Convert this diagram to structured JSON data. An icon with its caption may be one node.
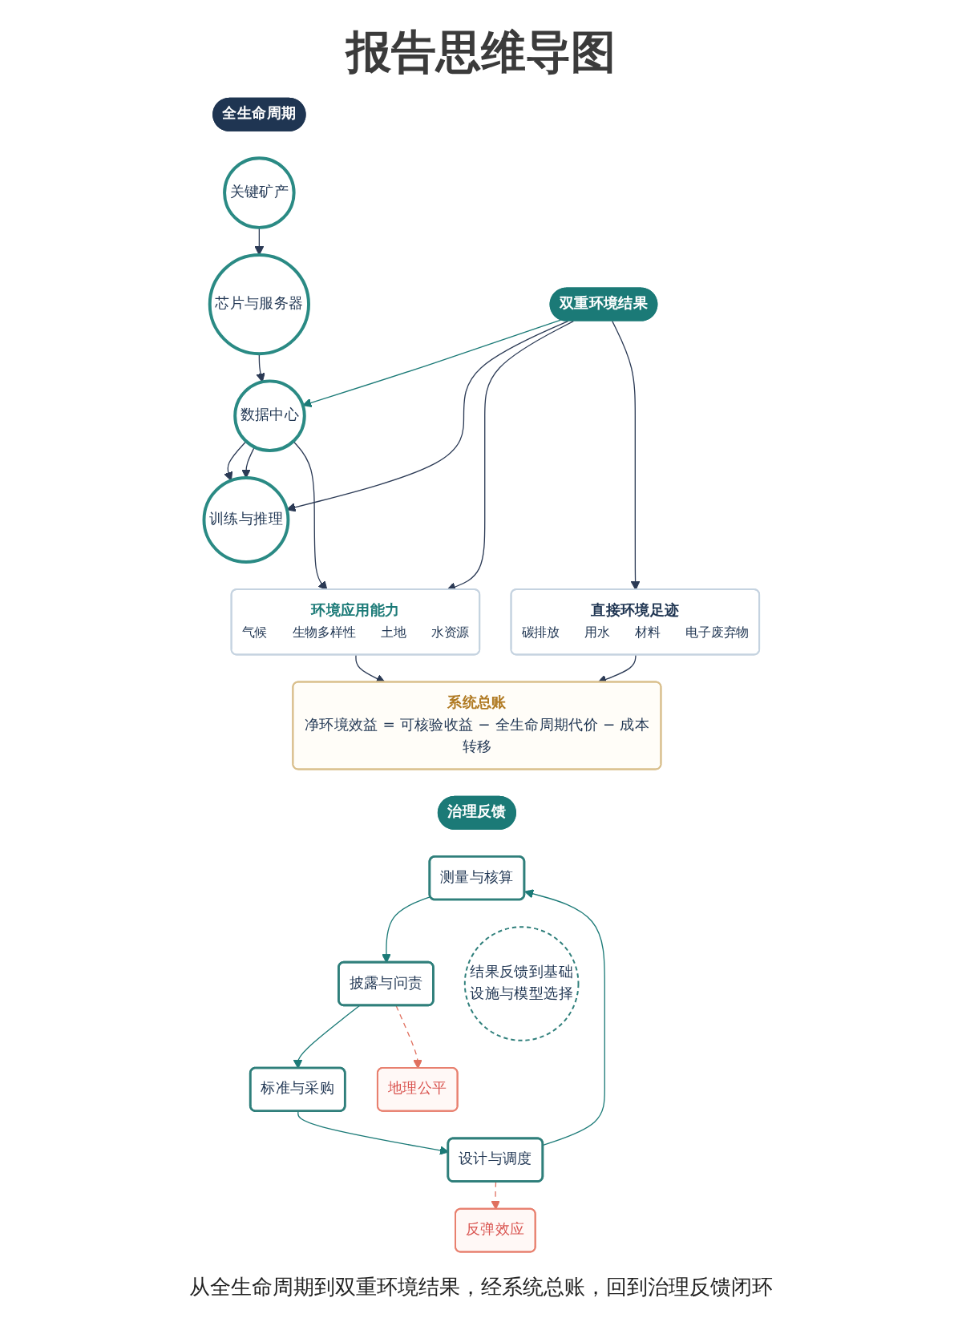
{
  "diagram": {
    "title": "报告思维导图",
    "caption": "从全生命周期到双重环境结果，经系统总账，回到治理反馈闭环",
    "nodes": [
      {
        "text": [
          "全生命周期"
        ]
      },
      {
        "text": [
          "关键矿产"
        ]
      },
      {
        "text": [
          "芯片与服务器"
        ]
      },
      {
        "text": [
          "数据中心"
        ]
      },
      {
        "text": [
          "训练与推理"
        ]
      },
      {
        "text": [
          "双重环境结果"
        ]
      },
      {
        "text": [
          "直接环境足迹",
          "碳排放",
          "用水",
          "材料",
          "电子废弃物"
        ]
      },
      {
        "text": [
          "环境应用能力",
          "气候",
          "生物多样性",
          "土地",
          "水资源"
        ]
      },
      {
        "text": [
          "系统总账",
          "净环境效益 = 可核验收益 − 全生命周期代价 − 成本转移"
        ]
      },
      {
        "text": [
          "治理反馈"
        ]
      },
      {
        "text": [
          "反弹效应"
        ]
      },
      {
        "text": [
          "地理公平"
        ]
      },
      {
        "text": [
          "测量与核算"
        ]
      },
      {
        "text": [
          "设计与调度"
        ]
      },
      {
        "text": [
          "结果反馈到基础设施与模型选择"
        ]
      },
      {
        "text": [
          "披露与问责"
        ]
      },
      {
        "text": [
          "标准与采购"
        ]
      }
    ],
    "edges": [
      {
        "from": 1,
        "to": 2,
        "arrow": "to"
      },
      {
        "from": 2,
        "to": 3,
        "arrow": "to"
      },
      {
        "from": 3,
        "to": 4,
        "arrow": "to"
      },
      {
        "from": 5,
        "to": 3,
        "arrow": "to",
        "color": "#1b7a77"
      },
      {
        "from": 3,
        "to": 4,
        "arrow": "to"
      },
      {
        "from": 3,
        "to": 7,
        "arrow": "to"
      },
      {
        "from": 5,
        "to": 4,
        "arrow": "to"
      },
      {
        "from": 5,
        "to": 7,
        "arrow": "to"
      },
      {
        "from": 5,
        "to": 6,
        "arrow": "to"
      },
      {
        "from": 6,
        "to": 8,
        "arrow": "to"
      },
      {
        "from": 7,
        "to": 8,
        "arrow": "to"
      },
      {
        "from": 13,
        "to": 12,
        "arrow": "to",
        "color": "#1b7a77"
      },
      {
        "from": 12,
        "to": 15,
        "arrow": "to",
        "color": "#1b7a77"
      },
      {
        "from": 15,
        "to": 16,
        "arrow": "to",
        "color": "#1b7a77"
      },
      {
        "from": 16,
        "to": 13,
        "arrow": "to",
        "color": "#1b7a77"
      },
      {
        "from": 13,
        "to": 10,
        "arrow": "to",
        "style": "dashed",
        "color": "#e0705f"
      },
      {
        "from": 15,
        "to": 11,
        "arrow": "to",
        "style": "dashed",
        "color": "#e0705f"
      }
    ]
  }
}
